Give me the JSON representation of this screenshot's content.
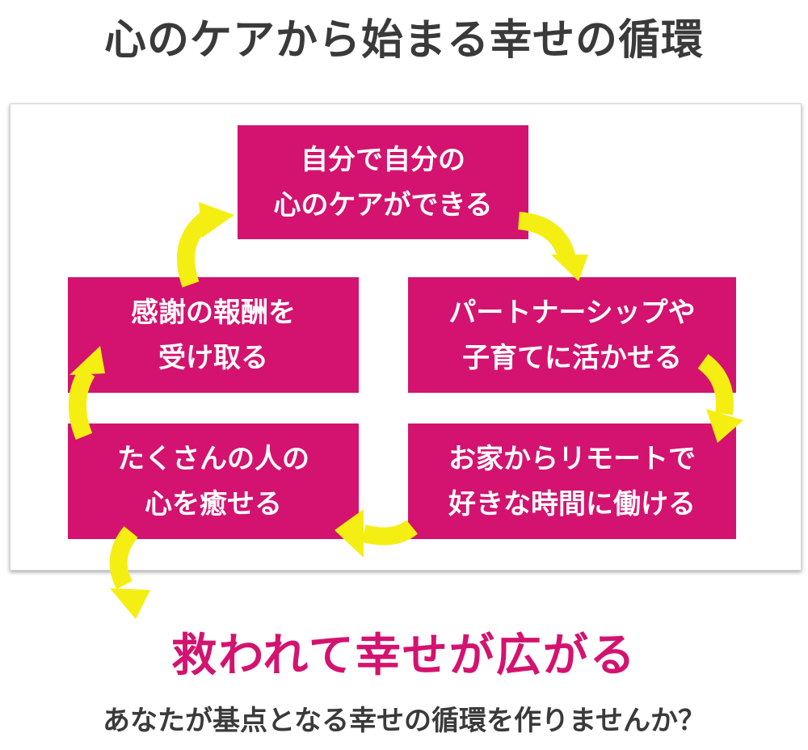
{
  "title": "心のケアから始まる幸せの循環",
  "cycle": {
    "top": {
      "line1": "自分で自分の",
      "line2": "心のケアができる"
    },
    "upper_right": {
      "line1": "パートナーシップや",
      "line2": "子育てに活かせる"
    },
    "lower_right": {
      "line1": "お家からリモートで",
      "line2": "好きな時間に働ける"
    },
    "lower_left": {
      "line1": "たくさんの人の",
      "line2": "心を癒せる"
    },
    "upper_left": {
      "line1": "感謝の報酬を",
      "line2": "受け取る"
    }
  },
  "result": "救われて幸せが広がる",
  "footer": "あなたが基点となる幸せの循環を作りませんか？",
  "colors": {
    "box": "#d3136f",
    "arrow": "#f5ee12",
    "title_text": "#3a3a3a",
    "result_text": "#d3136f"
  }
}
